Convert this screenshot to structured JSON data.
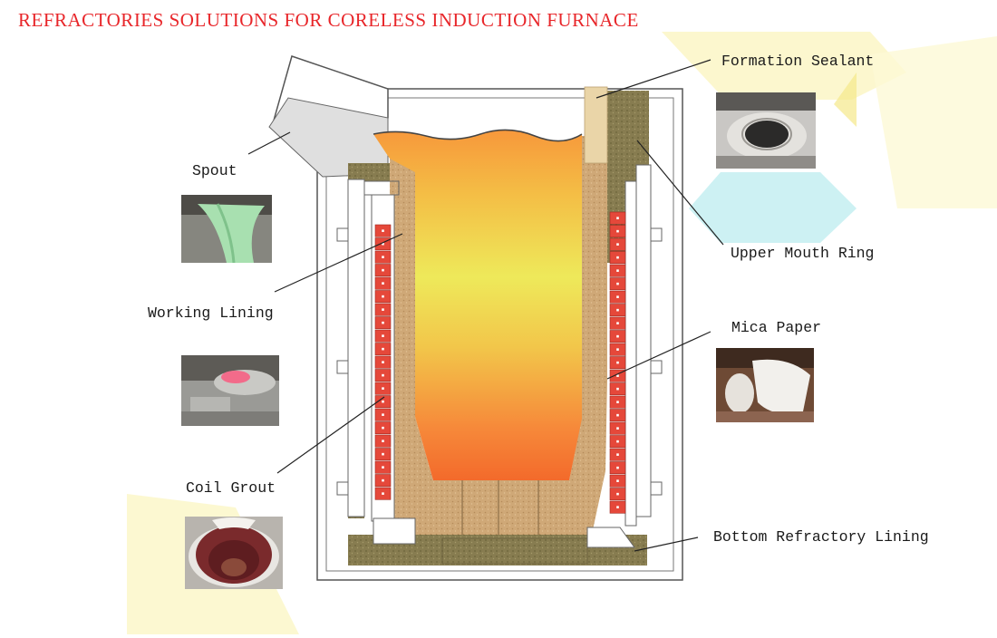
{
  "title": "REFRACTORIES SOLUTIONS FOR CORELESS INDUCTION FURNACE",
  "labels": {
    "spout": "Spout",
    "working_lining": "Working Lining",
    "coil_grout": "Coil Grout",
    "formation_sealant": "Formation Sealant",
    "upper_mouth_ring": "Upper Mouth Ring",
    "mica_paper": "Mica Paper",
    "bottom_refractory_lining": "Bottom Refractory Lining"
  },
  "colors": {
    "title": "#e8262a",
    "melt_top": "#f79a3c",
    "melt_mid": "#eee95a",
    "melt_bottom": "#f5702c",
    "lining_tan": "#cfa877",
    "grout_olive": "#857b4f",
    "coil_red": "#e5483a",
    "sealant": "#ead5a8",
    "background_yellow": "#fbf7c4",
    "background_cyan": "#c8f0f2"
  }
}
